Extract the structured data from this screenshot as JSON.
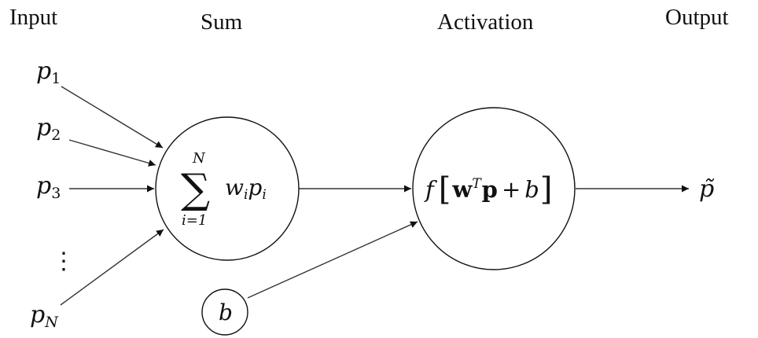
{
  "headings": {
    "input": "Input",
    "sum": "Sum",
    "activation": "Activation",
    "output": "Output"
  },
  "inputs": {
    "p": "p",
    "sub1": "1",
    "sub2": "2",
    "sub3": "3",
    "subN": "N",
    "ellipsis": "⋮"
  },
  "sum_node": {
    "sigma": "∑",
    "upper_limit": "N",
    "lower_limit": "i=1",
    "w": "w",
    "w_sub": "i",
    "p": "p",
    "p_sub": "i"
  },
  "activation_node": {
    "f": "f",
    "lbracket": "[",
    "w": "w",
    "T": "T",
    "p": "p",
    "plus": "+",
    "b": "b",
    "rbracket": "]"
  },
  "bias": {
    "label": "b"
  },
  "output": {
    "label": "p̃"
  }
}
